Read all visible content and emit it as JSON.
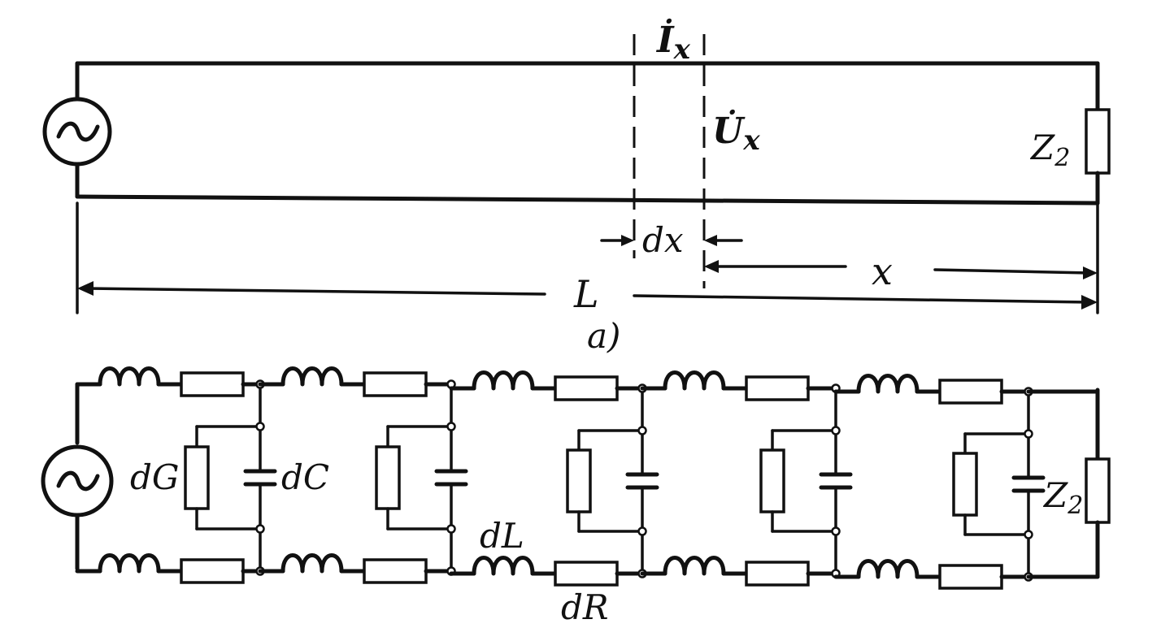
{
  "figure_a": {
    "current_label": "İ",
    "current_sub": "x",
    "voltage_label": "U̇",
    "voltage_sub": "x",
    "load_label": "Z",
    "load_sub": "2",
    "segment_label": "dx",
    "distance_label": "x",
    "length_label": "L",
    "caption": "a)"
  },
  "figure_b": {
    "conductance_label": "dG",
    "capacitance_label": "dC",
    "inductance_label": "dL",
    "resistance_label": "dR",
    "load_label": "Z",
    "load_sub": "2"
  },
  "colors": {
    "ink": "#111111",
    "paper": "#ffffff"
  },
  "icons": {
    "source": "ac-source-icon"
  }
}
